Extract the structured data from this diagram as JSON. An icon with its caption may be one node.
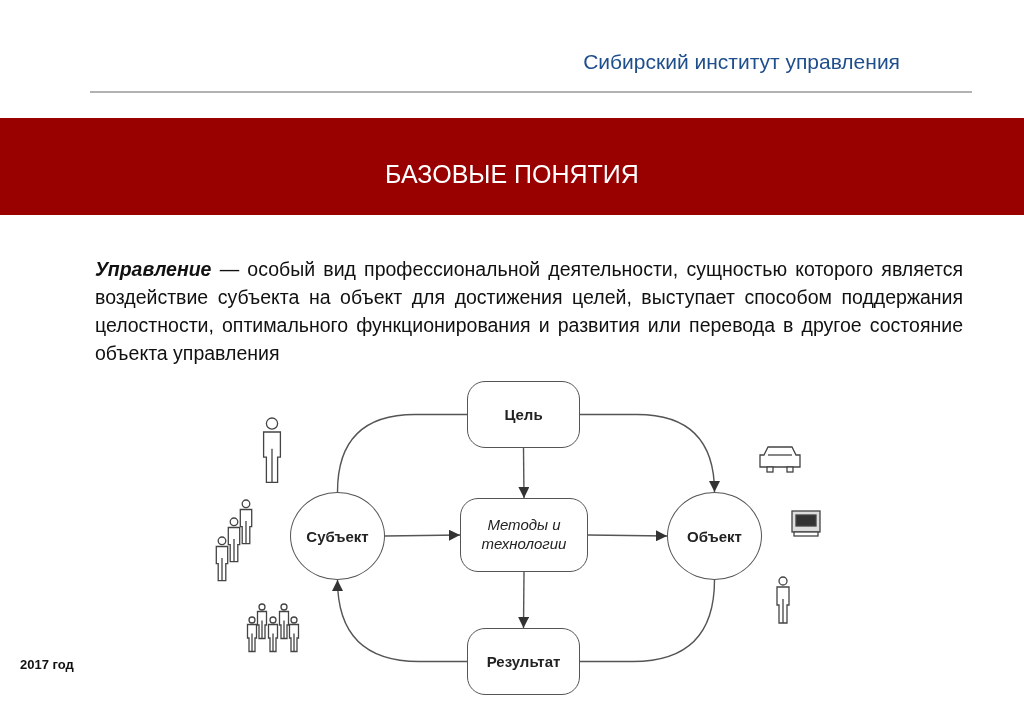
{
  "diagram": {
    "title": "БАЗОВЫЕ ПОНЯТИЯ",
    "nodes": [
      {
        "text": [
          "Цель"
        ]
      },
      {
        "text": [
          "Субъект"
        ]
      },
      {
        "text": [
          "Методы и технологии"
        ]
      },
      {
        "text": [
          "Объект"
        ]
      },
      {
        "text": [
          "Результат"
        ]
      }
    ],
    "edges": [
      {
        "from": 1,
        "to": 0,
        "arrow": "none"
      },
      {
        "from": 0,
        "to": 3,
        "arrow": "to"
      },
      {
        "from": 0,
        "to": 2,
        "arrow": "to"
      },
      {
        "from": 1,
        "to": 2,
        "arrow": "to"
      },
      {
        "from": 2,
        "to": 3,
        "arrow": "to"
      },
      {
        "from": 2,
        "to": 4,
        "arrow": "to"
      },
      {
        "from": 3,
        "to": 4,
        "arrow": "none"
      },
      {
        "from": 4,
        "to": 1,
        "arrow": "to"
      }
    ],
    "labels": [
      "Сибирский институт управления",
      "**Управление** — особый вид профессиональной деятельности, сущностью которого является воздействие субъекта на объект для достижения целей, выступает способом поддержания целостности, оптимального функционирования и развития или перевода в другое состояние объекта управления",
      "2017 год"
    ]
  }
}
